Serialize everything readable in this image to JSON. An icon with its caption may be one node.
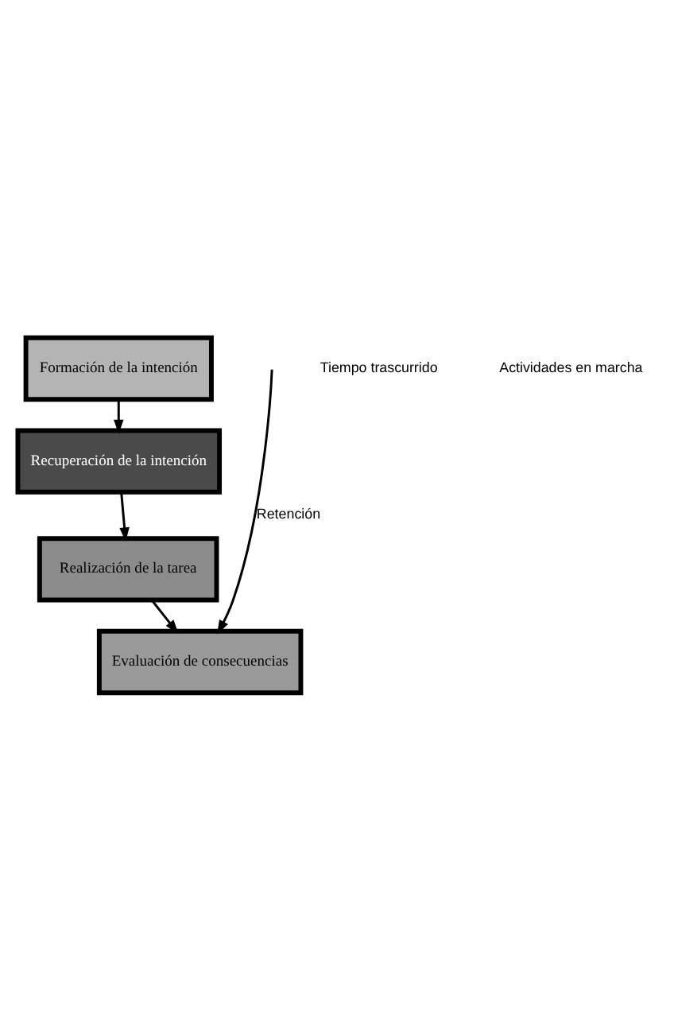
{
  "diagram": {
    "nodes": [
      {
        "text": [
          "Formación de la intención"
        ]
      },
      {
        "text": [
          "Recuperación de la intención"
        ]
      },
      {
        "text": [
          "Realización de la tarea"
        ]
      },
      {
        "text": [
          "Evaluación de consecuencias"
        ]
      }
    ],
    "edges": [
      {
        "from": 0,
        "to": 1,
        "arrow": "to"
      },
      {
        "from": 1,
        "to": 2,
        "arrow": "to"
      },
      {
        "from": 2,
        "to": 3,
        "arrow": "to"
      },
      {
        "from": null,
        "to": 3,
        "arrow": "to",
        "label": "Retención"
      }
    ],
    "labels": [
      "Tiempo trascurrido",
      "Actividades en marcha"
    ]
  }
}
